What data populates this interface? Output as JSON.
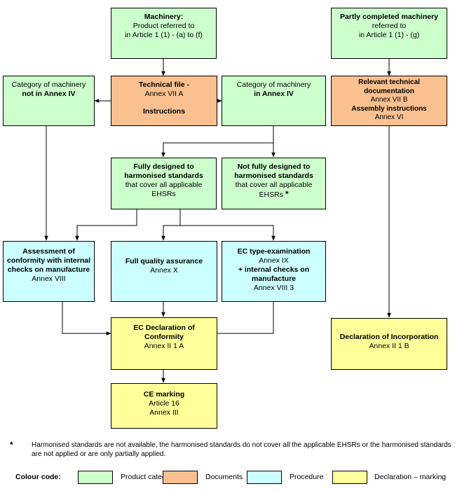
{
  "colors": {
    "green": "#ccffcc",
    "orange": "#fac090",
    "blue": "#ccffff",
    "yellow": "#ffff99"
  },
  "machinery": {
    "title": "Machinery:",
    "line1": "Product referred to",
    "line2": "in Article 1 (1) - (a) to (f)"
  },
  "partly": {
    "title": "Partly completed machinery",
    "line1": "referred to",
    "line2": "in Article 1 (1) - (g)"
  },
  "not_annex": {
    "line1": "Category of machinery",
    "line2": "not in Annex IV"
  },
  "technical_file": {
    "title": "Technical file -",
    "line1": "Annex VII A",
    "line2": "Instructions"
  },
  "in_annex": {
    "line1": "Category of machinery",
    "line2": "in Annex IV"
  },
  "relevant_doc": {
    "title1": "Relevant technical",
    "title2": "documentation",
    "line1": "Annex VII B",
    "line2": "Assembly instructions",
    "line3": "Annex VI"
  },
  "fully": {
    "title1": "Fully designed to",
    "title2": "harmonised standards",
    "line1": "that cover all applicable",
    "line2": "EHSRs"
  },
  "not_fully": {
    "title1": "Not fully designed to",
    "title2": "harmonised standards",
    "line1": "that cover all applicable",
    "line2": "EHSRs",
    "star": "*"
  },
  "assessment": {
    "title1": "Assessment of",
    "title2": "conformity with internal",
    "title3": "checks on manufacture",
    "line1": "Annex VIII"
  },
  "full_quality": {
    "title": "Full quality assurance",
    "line1": "Annex X"
  },
  "ec_type": {
    "title1": "EC type-examination",
    "line1": "Annex IX",
    "title2": "+ internal checks on",
    "title3": "manufacture",
    "line2": "Annex VIII 3"
  },
  "ec_declaration": {
    "title1": "EC Declaration of",
    "title2": "Conformity",
    "line1": "Annex II 1 A"
  },
  "ce_marking": {
    "title": "CE marking",
    "line1": "Article 16",
    "line2": "Annex III"
  },
  "incorporation": {
    "title": "Declaration of Incorporation",
    "line1": "Annex II 1 B"
  },
  "footnote": {
    "star": "*",
    "text": "Harmonised standards are not available, the harmonised standards do not cover all the applicable EHSRs or the harmonised standards are not applied or are only partially applied."
  },
  "legend": {
    "title": "Colour code:",
    "items": [
      "Product category",
      "Documents",
      "Procedure",
      "Declaration – marking"
    ]
  }
}
